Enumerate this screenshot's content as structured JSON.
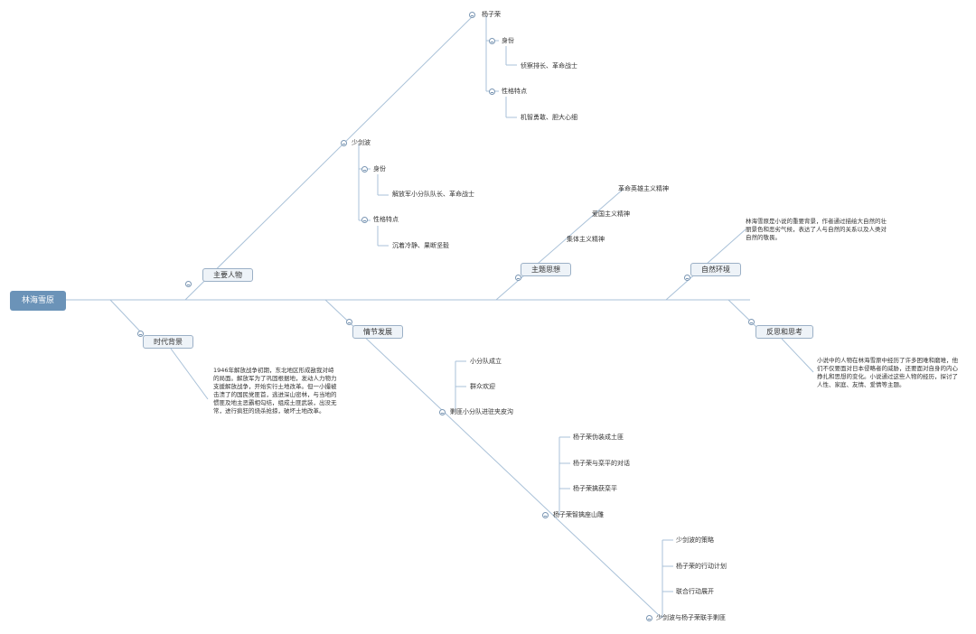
{
  "root": "林海雪原",
  "branches": {
    "characters": {
      "label": "主要人物",
      "yangzirong": {
        "name": "杨子荣",
        "identity_label": "身份",
        "identity_value": "侦察排长、革命战士",
        "traits_label": "性格特点",
        "traits_value": "机智勇敢、胆大心细"
      },
      "shaojianbo": {
        "name": "少剑波",
        "identity_label": "身份",
        "identity_value": "解放军小分队队长、革命战士",
        "traits_label": "性格特点",
        "traits_value": "沉着冷静、果断坚毅"
      }
    },
    "background": {
      "label": "时代背景",
      "text": "1946年解放战争初期，东北地区形成敌我对峙的局面。解放军为了巩固根据地，发动人力物力支援解放战争，开始实行土地改革。但一小撮被击溃了的国民党匪首，逃进深山密林，与当地的惯匪及地主恶霸相勾结，组成土匪武装，出没无常，进行疯狂的烧杀抢掠，破坏土地改革。"
    },
    "plot": {
      "label": "情节发展",
      "sub1": {
        "title": "剿匪小分队进驻夹皮沟",
        "items": [
          "小分队成立",
          "群众欢迎"
        ]
      },
      "sub2": {
        "title": "杨子荣智擒座山雕",
        "items": [
          "杨子荣伪装成土匪",
          "杨子荣与栾平的对话",
          "杨子荣擒获栾平"
        ]
      },
      "sub3": {
        "title": "少剑波与杨子荣联手剿匪",
        "items": [
          "少剑波的策略",
          "杨子荣的行动计划",
          "联合行动展开"
        ]
      }
    },
    "theme": {
      "label": "主题思想",
      "items": [
        "革命英雄主义精神",
        "爱国主义精神",
        "集体主义精神"
      ]
    },
    "nature": {
      "label": "自然环境",
      "text": "林海雪原是小说的重要背景，作者通过描绘大自然的壮丽景色和恶劣气候，表达了人与自然的关系以及人类对自然的敬畏。"
    },
    "reflection": {
      "label": "反思和思考",
      "text": "小说中的人物在林海雪原中经历了许多困难和磨难，他们不仅要面对日本侵略者的威胁，还要面对自身的内心挣扎和思想的变化。小说通过这些人物的经历，探讨了人性、家庭、友情、爱情等主题。"
    }
  }
}
